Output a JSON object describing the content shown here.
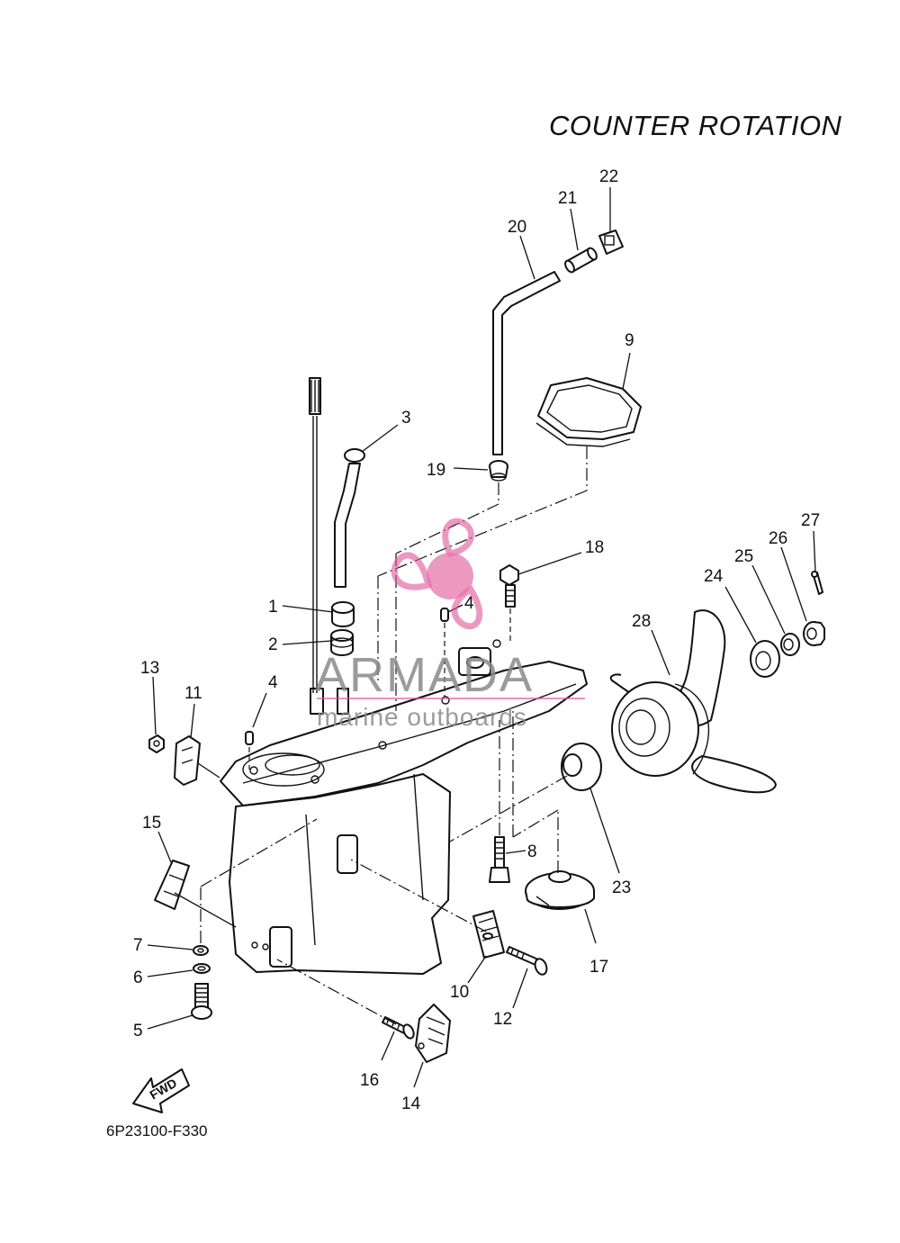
{
  "title": "COUNTER  ROTATION",
  "drawing_code": "6P23100-F330",
  "fwd_label": "FWD",
  "watermark": {
    "brand": "ARMADA",
    "tagline": "marine outboards",
    "accent_color": "#e0559a",
    "text_color": "#8a8a8a"
  },
  "callouts": {
    "c1": "1",
    "c2": "2",
    "c3": "3",
    "c4a": "4",
    "c4b": "4",
    "c5": "5",
    "c6": "6",
    "c7": "7",
    "c8": "8",
    "c9": "9",
    "c10": "10",
    "c11": "11",
    "c12": "12",
    "c13": "13",
    "c14": "14",
    "c15": "15",
    "c16": "16",
    "c17": "17",
    "c18": "18",
    "c19": "19",
    "c20": "20",
    "c21": "21",
    "c22": "22",
    "c23": "23",
    "c24": "24",
    "c25": "25",
    "c26": "26",
    "c27": "27",
    "c28": "28"
  }
}
